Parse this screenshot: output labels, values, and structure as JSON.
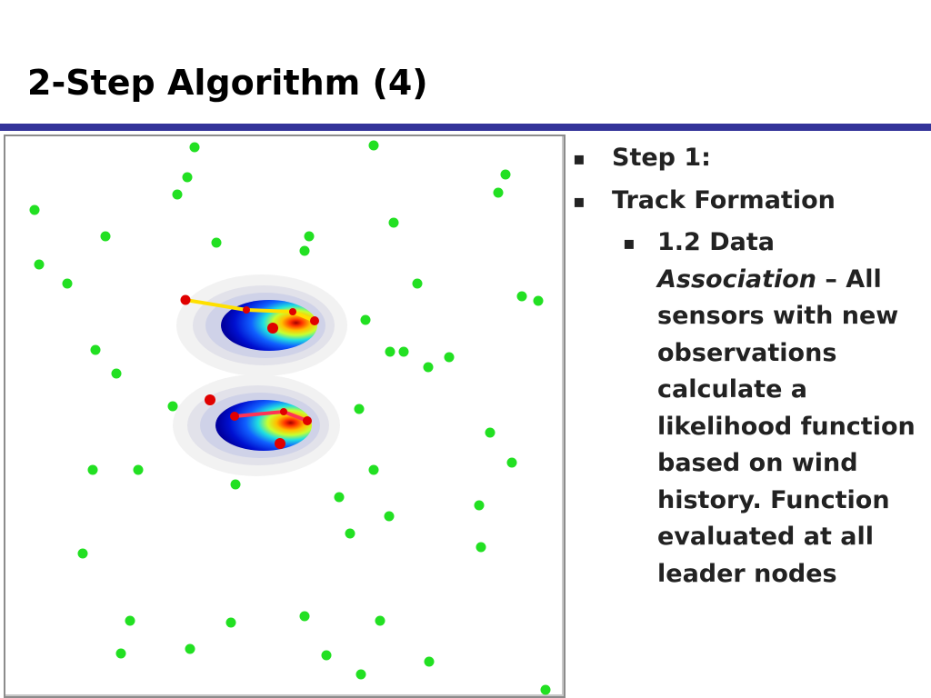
{
  "title": "2-Step Algorithm (4)",
  "colors": {
    "title_rule": "#333399",
    "sensor": "#22e022",
    "estimate": "#e00000",
    "track_1": "#ffe000",
    "track_2": "#ff3355"
  },
  "bullets": {
    "marker": "▪",
    "step": "Step 1:",
    "track_formation": "Track Formation",
    "sub_marker": "▪",
    "sub_prefix": "1.2 Data ",
    "sub_emphasis": "Association",
    "sub_rest": " – All sensors with new observations calculate a likelihood function based on wind history. Function evaluated at all leader nodes"
  },
  "figure": {
    "sensor_icon": "green-dot",
    "estimate_icon": "red-dot",
    "likelihood_blobs": 2
  }
}
